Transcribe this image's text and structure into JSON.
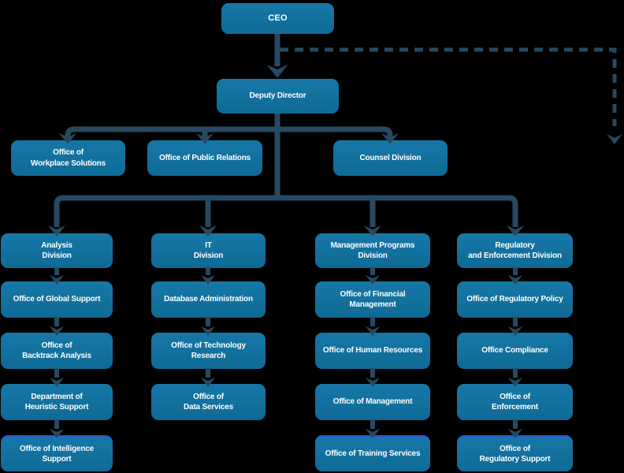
{
  "colors": {
    "background": "#000000",
    "node_fill": "#1678a8",
    "node_fill_dark": "#0f6a95",
    "node_text": "#ffffff",
    "connector": "#274961",
    "highlight": "#2b4fdb"
  },
  "org": {
    "root": {
      "label": "CEO"
    },
    "deputy": {
      "label": "Deputy Director"
    },
    "staff_offices": [
      {
        "label": "Office of\nWorkplace Solutions"
      },
      {
        "label": "Office of Public Relations"
      },
      {
        "label": "Counsel Division"
      }
    ],
    "divisions": [
      {
        "head": "Analysis\nDivision",
        "offices": [
          "Office of Global Support",
          "Office of\nBacktrack Analysis",
          "Department of\nHeuristic Support",
          "Office of Intelligence\nSupport"
        ]
      },
      {
        "head": "IT\nDivision",
        "offices": [
          "Database Administration",
          "Office of Technology\nResearch",
          "Office of\nData Services"
        ]
      },
      {
        "head": "Management Programs\nDivision",
        "offices": [
          "Office of Financial\nManagement",
          "Office of Human Resources",
          "Office of Management",
          "Office of Training Services"
        ]
      },
      {
        "head": "Regulatory\nand Enforcement Division",
        "offices": [
          "Office of Regulatory Policy",
          "Office Compliance",
          "Office of\nEnforcement",
          "Office of\nRegulatory Support"
        ]
      }
    ]
  }
}
